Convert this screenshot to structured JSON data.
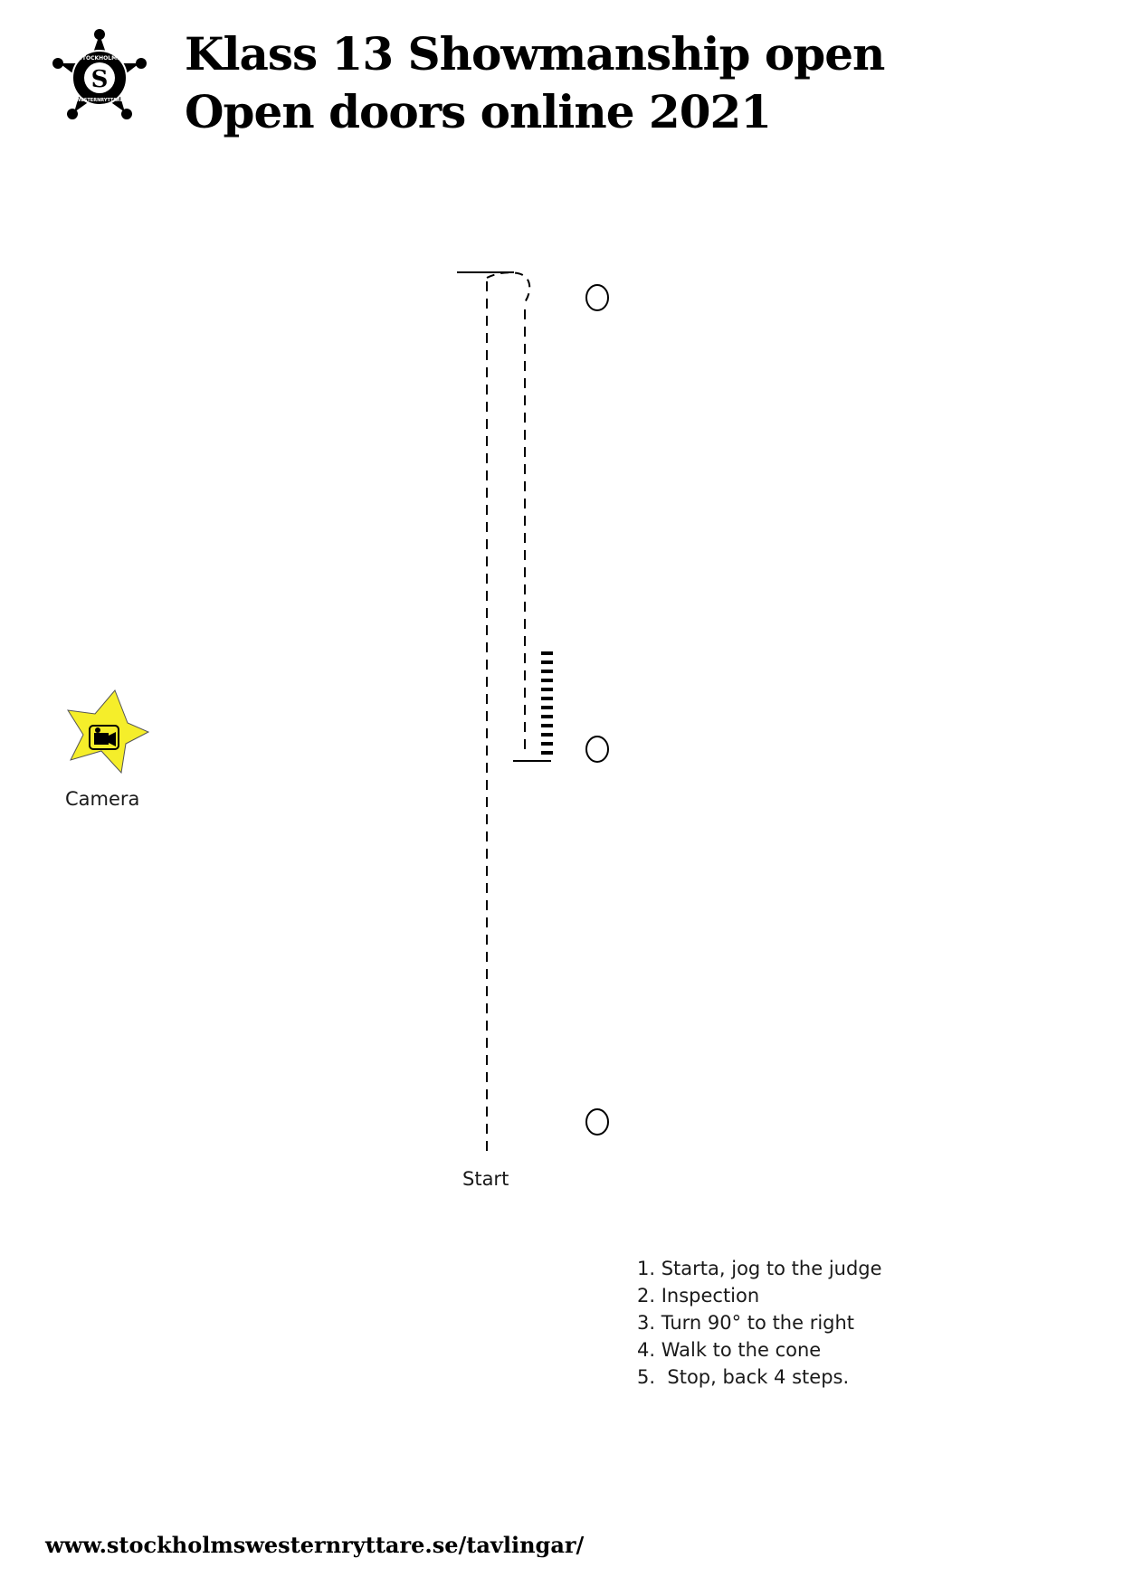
{
  "header": {
    "logo_text_top": "STOCKHOLMS",
    "logo_text_bottom": "WESTERNRYTTARE",
    "title_line1": "Klass 13 Showmanship open",
    "title_line2": "Open doors online 2021"
  },
  "diagram": {
    "start_label": "Start",
    "camera_label": "Camera",
    "steps": [
      "1. Starta, jog to the judge",
      "2. Inspection",
      "3. Turn 90° to the right",
      "4. Walk to the cone",
      "5.  Stop, back 4 steps."
    ],
    "colors": {
      "camera_star": "#f5ee2a",
      "line": "#000000"
    }
  },
  "footer": {
    "url": "www.stockholmswesternryttare.se/tavlingar/"
  }
}
